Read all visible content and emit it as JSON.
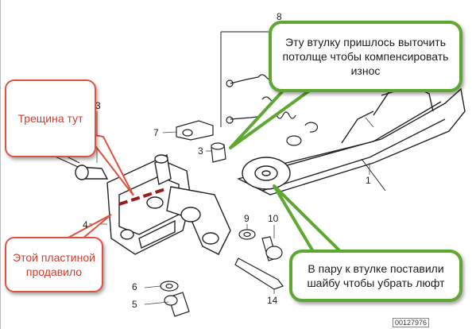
{
  "callouts": {
    "crack": "Трещина тут",
    "plate": "Этой пластиной продавило",
    "bushing": "Эту втулку пришлось выточить потолще чтобы компенсировать износ",
    "washer": "В пару к втулке поставили шайбу чтобы убрать люфт"
  },
  "part_numbers": {
    "p1": "1",
    "p3": "3",
    "p3b": "3",
    "p4": "4",
    "p5": "5",
    "p6": "6",
    "p7": "7",
    "p8": "8",
    "p9": "9",
    "p10": "10",
    "p14": "14"
  },
  "reference_code": "00127976",
  "colors": {
    "red_callout_border": "#e0523f",
    "red_callout_text": "#d23a2a",
    "green_callout_border": "#5fa733",
    "crack_marker": "#9b1b1b"
  }
}
